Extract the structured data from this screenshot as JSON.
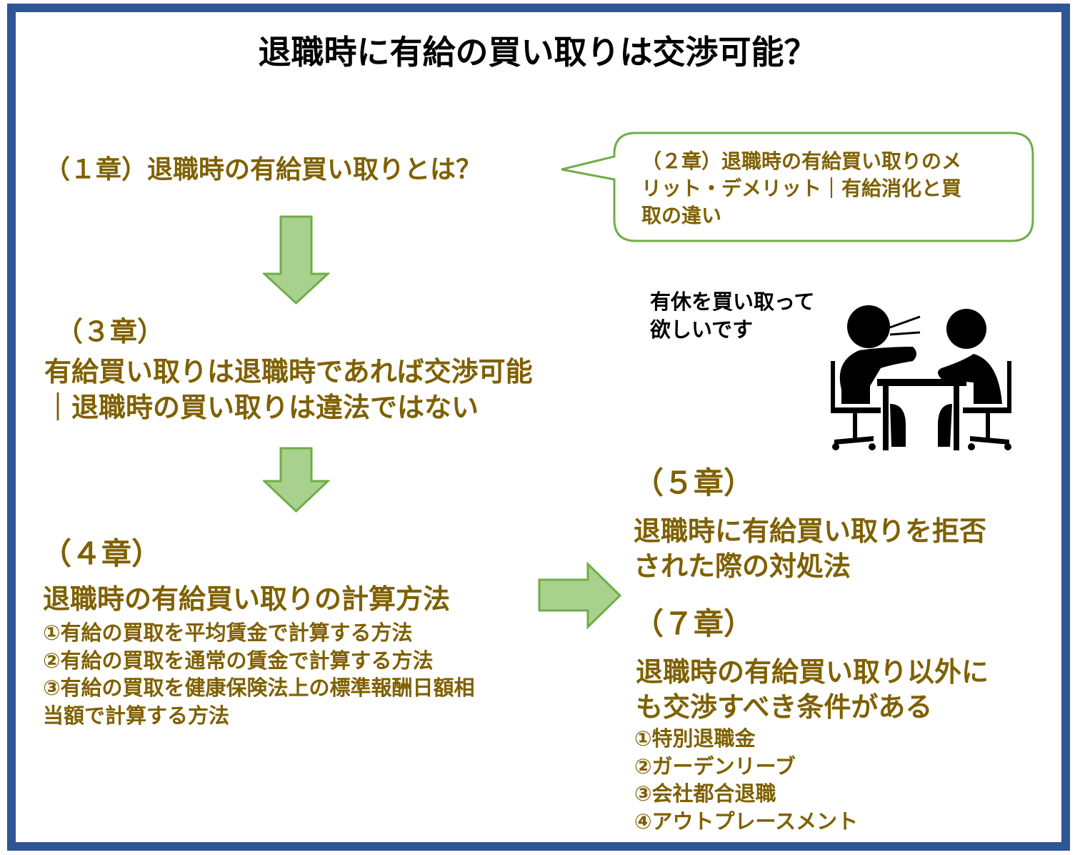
{
  "title": "退職時に有給の買い取りは交渉可能？",
  "ch1": "（１章）退職時の有給買い取りとは？",
  "ch2": {
    "lines": [
      "（２章）退職時の有給買い取りのメ",
      "リット・デメリット｜有給消化と買",
      "取の違い"
    ]
  },
  "ch3": {
    "label": "（３章）",
    "lines": [
      "有給買い取りは退職時であれば交渉可能",
      "｜退職時の買い取りは違法ではない"
    ]
  },
  "ch4": {
    "label": "（４章）",
    "heading": "退職時の有給買い取りの計算方法",
    "items": [
      "①有給の買取を平均賃金で計算する方法",
      "②有給の買取を通常の賃金で計算する方法",
      "③有給の買取を健康保険法上の標準報酬日額相",
      "当額で計算する方法"
    ]
  },
  "speech": {
    "lines": [
      "有休を買い取って",
      "欲しいです"
    ]
  },
  "ch5": {
    "label": "（５章）",
    "lines": [
      "退職時に有給買い取りを拒否",
      "された際の対処法"
    ]
  },
  "ch7": {
    "label": "（７章）",
    "lines": [
      "退職時の有給買い取り以外に",
      "も交渉すべき条件がある"
    ],
    "items": [
      "①特別退職金",
      "②ガーデンリーブ",
      "③会社都合退職",
      "④アウトプレースメント"
    ]
  },
  "colors": {
    "text": "#7f6000",
    "border": "#2f5597",
    "arrow_fill": "#a9d18e",
    "arrow_stroke": "#70ad47"
  }
}
